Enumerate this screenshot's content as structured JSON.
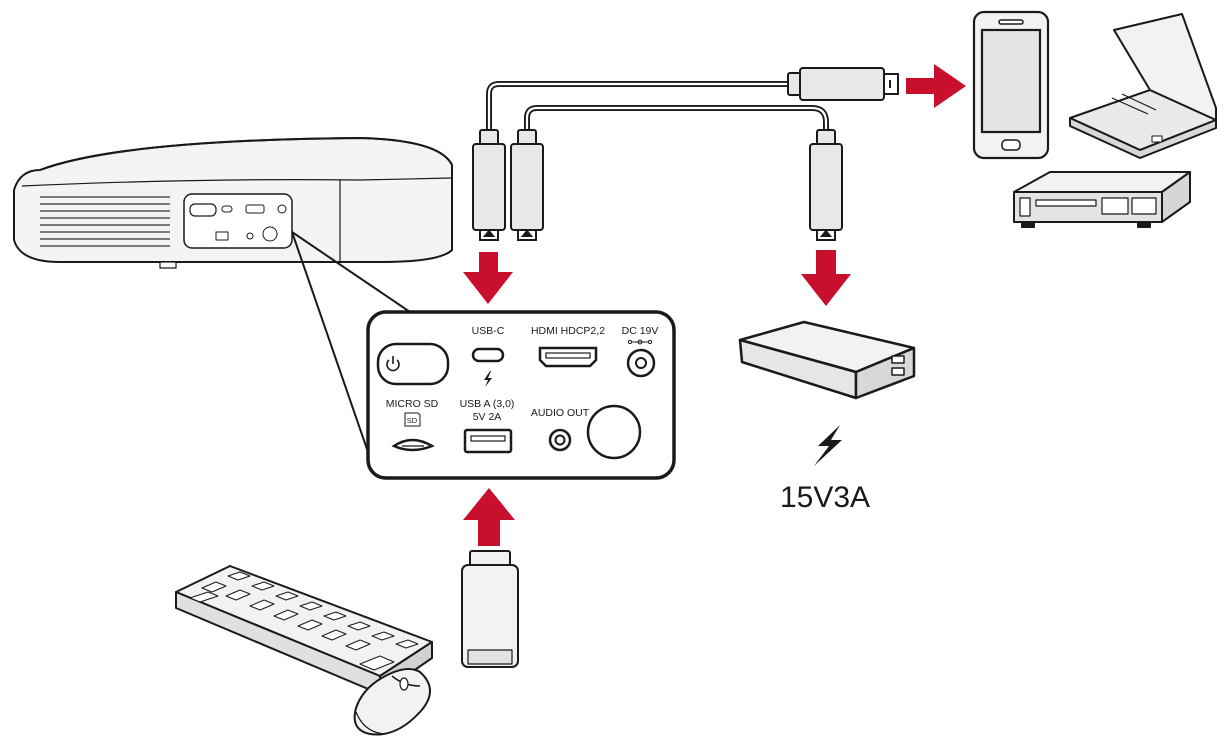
{
  "colors": {
    "arrow": "#c8102e",
    "outline": "#1a1a1a",
    "device_fill": "#e6e6e6",
    "device_light": "#f2f2f2",
    "panel_fill": "#ffffff"
  },
  "ports": {
    "usb_c": "USB-C",
    "hdmi": "HDMI HDCP2,2",
    "dc": "DC 19V",
    "micro_sd": "MICRO SD",
    "sd_badge": "SD",
    "usb_a_line1": "USB A (3,0)",
    "usb_a_line2": "5V 2A",
    "audio_out": "AUDIO OUT"
  },
  "power": {
    "rating": "15V3A"
  },
  "icons": {
    "power_button": "power-icon",
    "charge": "lightning-bolt-icon",
    "phone": "smartphone-icon",
    "laptop": "laptop-icon",
    "player": "dvd-player-icon",
    "power_bank": "power-bank-icon",
    "keyboard": "keyboard-icon",
    "mouse": "mouse-icon",
    "dongle": "usb-dongle-icon",
    "projector": "projector-icon"
  }
}
